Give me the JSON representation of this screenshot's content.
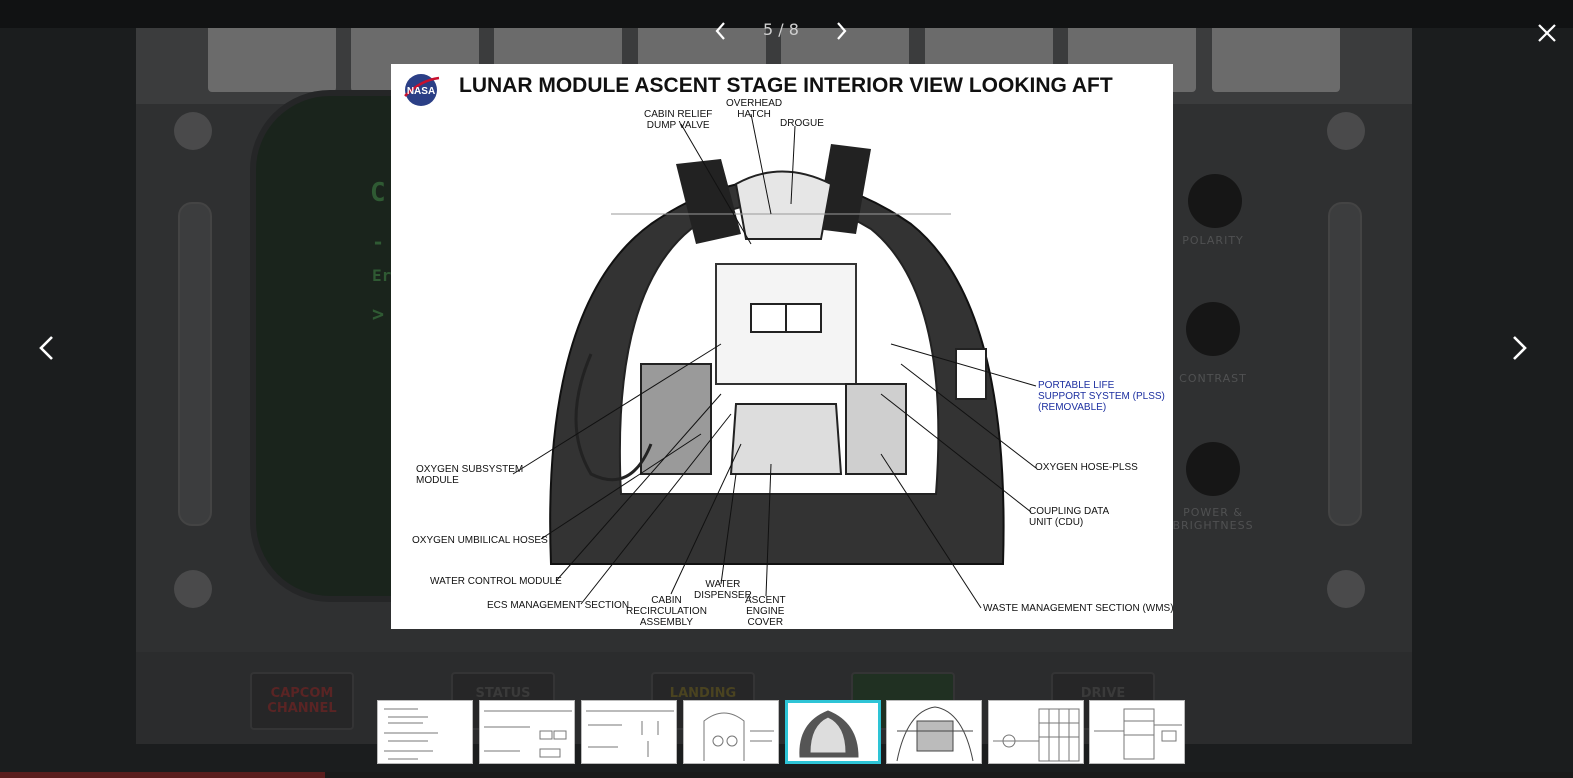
{
  "gallery": {
    "counter": "5 / 8",
    "current": 5,
    "total": 8
  },
  "background": {
    "buttons": [
      "CAPCOM CHANNEL",
      "STATUS",
      "LANDING",
      "",
      "DRIVE"
    ],
    "knob_labels": [
      "POLARITY",
      "CONTRAST",
      "POWER & BRIGHTNESS"
    ]
  },
  "diagram": {
    "title": "LUNAR MODULE ASCENT STAGE INTERIOR VIEW LOOKING AFT",
    "logo_text": "NASA",
    "labels": {
      "cabin_relief": "CABIN RELIEF\nDUMP VALVE",
      "overhead_hatch": "OVERHEAD\nHATCH",
      "drogue": "DROGUE",
      "plss": "PORTABLE LIFE\nSUPPORT SYSTEM (PLSS)\n(REMOVABLE)",
      "oxygen_hose": "OXYGEN HOSE-PLSS",
      "cdu": "COUPLING DATA\nUNIT (CDU)",
      "waste": "WASTE MANAGEMENT SECTION (WMS)",
      "oxygen_subsystem": "OXYGEN SUBSYSTEM\nMODULE",
      "oxygen_umbilical": "OXYGEN UMBILICAL HOSES",
      "water_control": "WATER CONTROL MODULE",
      "ecs": "ECS MANAGEMENT SECTION",
      "cabin_recirc": "CABIN\nRECIRCULATION\nASSEMBLY",
      "water_dispenser": "WATER\nDISPENSER",
      "ascent_engine": "ASCENT\nENGINE\nCOVER"
    }
  },
  "colors": {
    "active_thumb": "#2ec4d6",
    "plss_label": "#1c2fa0"
  },
  "icons": {
    "prev_small": "chevron-left-icon",
    "next_small": "chevron-right-icon",
    "prev_big": "chevron-left-icon",
    "next_big": "chevron-right-icon",
    "close": "close-icon"
  }
}
